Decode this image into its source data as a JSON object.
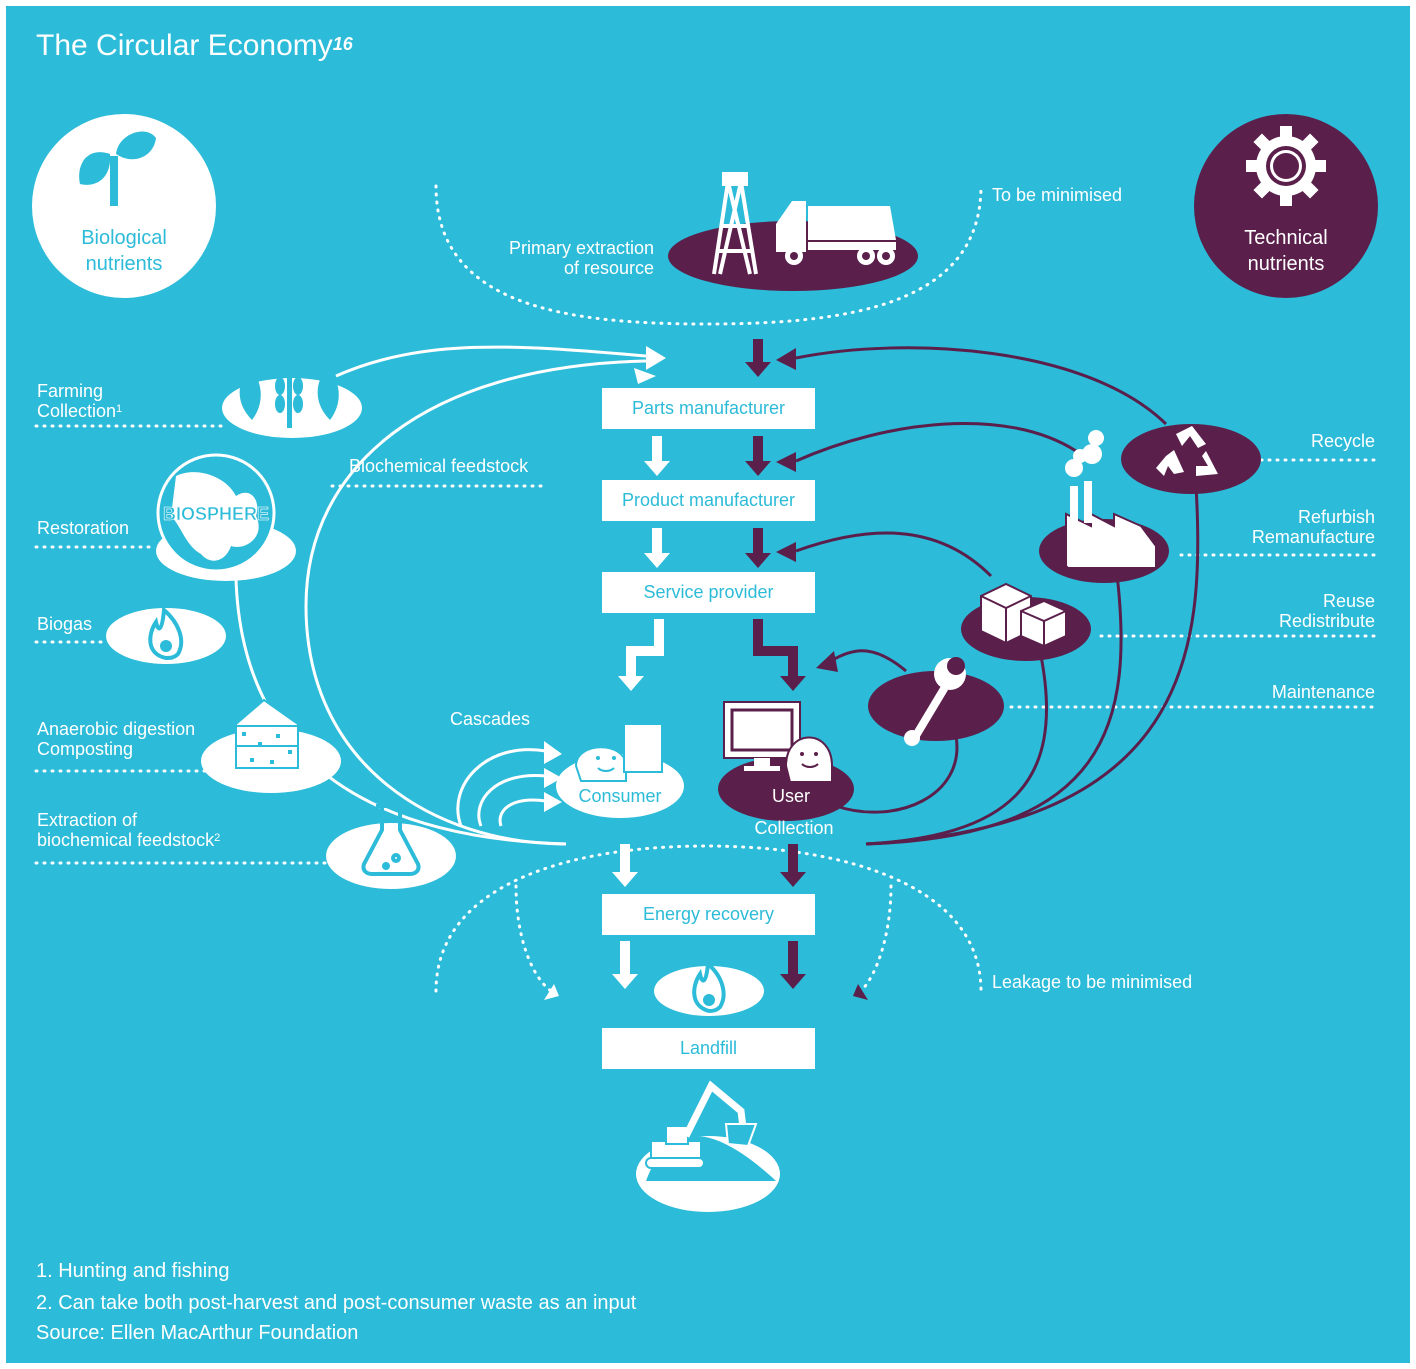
{
  "title": {
    "text": "The Circular Economy",
    "ref": "16"
  },
  "bio_circle": {
    "line1": "Biological",
    "line2": "nutrients"
  },
  "tech_circle": {
    "line1": "Technical",
    "line2": "nutrients"
  },
  "top": {
    "extraction_line1": "Primary extraction",
    "extraction_line2": "of resource",
    "minimised": "To be minimised"
  },
  "boxes": {
    "parts": "Parts manufacturer",
    "product": "Product manufacturer",
    "service": "Service provider",
    "energy": "Energy recovery",
    "landfill": "Landfill"
  },
  "bio": {
    "farming": "Farming",
    "collection": "Collection",
    "collection_ref": "1",
    "restoration": "Restoration",
    "biogas": "Biogas",
    "anaerobic": "Anaerobic digestion",
    "composting": "Composting",
    "extraction1": "Extraction of",
    "extraction2": "biochemical feedstock",
    "extraction_ref": "2",
    "feedstock": "Biochemical feedstock",
    "cascades": "Cascades",
    "biosphere": "BIOSPHERE"
  },
  "tech": {
    "recycle": "Recycle",
    "refurbish": "Refurbish",
    "remanufacture": "Remanufacture",
    "reuse": "Reuse",
    "redistribute": "Redistribute",
    "maintenance": "Maintenance"
  },
  "center": {
    "consumer": "Consumer",
    "user": "User",
    "collection": "Collection",
    "leakage": "Leakage to be minimised"
  },
  "notes": {
    "n1": "1. Hunting and fishing",
    "n2": "2. Can take both post-harvest and post-consumer waste as an input",
    "source": "Source: Ellen MacArthur Foundation"
  },
  "colors": {
    "background": "#2cbbd8",
    "technical": "#5b1f4b",
    "biological": "#ffffff"
  }
}
